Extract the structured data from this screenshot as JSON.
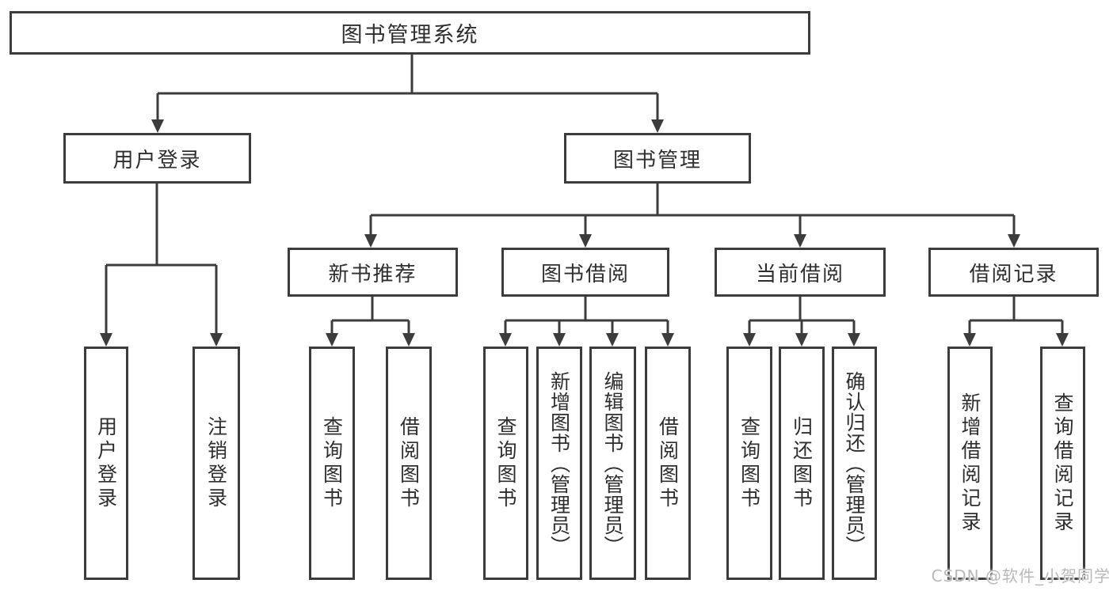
{
  "diagram": {
    "type": "org-tree",
    "tree": {
      "label": "图书管理系统",
      "children": [
        {
          "label": "用户登录",
          "children": [
            {
              "label": "用户登录"
            },
            {
              "label": "注销登录"
            }
          ]
        },
        {
          "label": "图书管理",
          "children": [
            {
              "label": "新书推荐",
              "children": [
                {
                  "label": "查询图书"
                },
                {
                  "label": "借阅图书"
                }
              ]
            },
            {
              "label": "图书借阅",
              "children": [
                {
                  "label": "查询图书"
                },
                {
                  "label": "新增图书（管理员）"
                },
                {
                  "label": "编辑图书（管理员）"
                },
                {
                  "label": "借阅图书"
                }
              ]
            },
            {
              "label": "当前借阅",
              "children": [
                {
                  "label": "查询图书"
                },
                {
                  "label": "归还图书"
                },
                {
                  "label": "确认归还（管理员）"
                }
              ]
            },
            {
              "label": "借阅记录",
              "children": [
                {
                  "label": "新增借阅记录"
                },
                {
                  "label": "查询借阅记录"
                }
              ]
            }
          ]
        }
      ]
    },
    "colors": {
      "line": "#3c3c3c",
      "text": "#2e2e2e",
      "background": "#ffffff",
      "watermark": "#b9b9b9"
    }
  },
  "watermark": {
    "text": "CSDN @软件_小贺同学"
  }
}
